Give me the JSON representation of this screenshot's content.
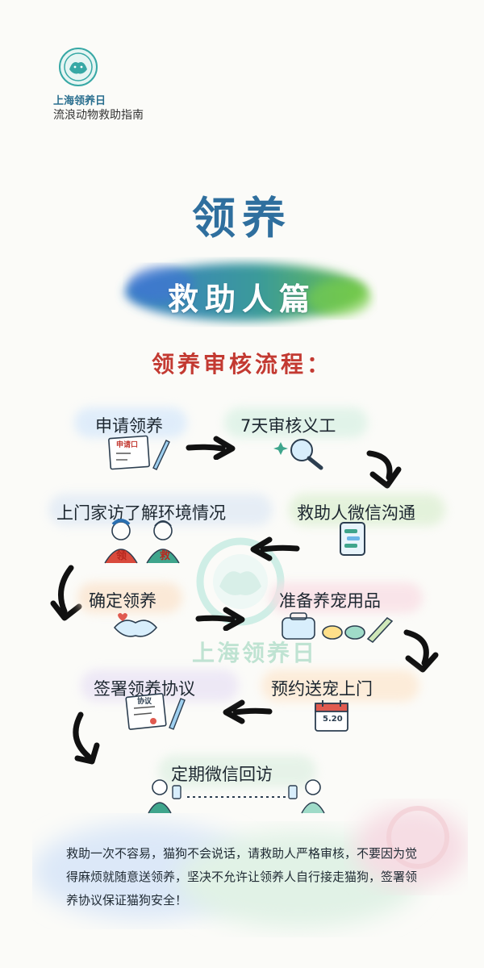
{
  "brand": {
    "name": "上海领养日",
    "subtitle": "流浪动物救助指南"
  },
  "header": {
    "title": "领养",
    "banner": "救助人篇",
    "process_title": "领养审核流程："
  },
  "steps": [
    {
      "label": "申请领养"
    },
    {
      "label": "7天审核义工"
    },
    {
      "label": "救助人微信沟通"
    },
    {
      "label": "上门家访了解环境情况"
    },
    {
      "label": "确定领养"
    },
    {
      "label": "准备养宠用品"
    },
    {
      "label": "预约送宠上门"
    },
    {
      "label": "签署领养协议"
    },
    {
      "label": "定期微信回访"
    }
  ],
  "illustrations": {
    "form_heading": "申请口",
    "badge_left": "领",
    "badge_right": "救",
    "calendar_date": "5.20",
    "agreement_heading": "协议"
  },
  "watermark": "上海领养日",
  "footer": "救助一次不容易，猫狗不会说话，请救助人严格审核，不要因为觉得麻烦就随意送领养，坚决不允许让领养人自行接走猫狗，签署领养协议保证猫狗安全！",
  "colors": {
    "title_blue": "#2f6f9e",
    "red": "#c33a32",
    "teal": "#3fa58c"
  }
}
